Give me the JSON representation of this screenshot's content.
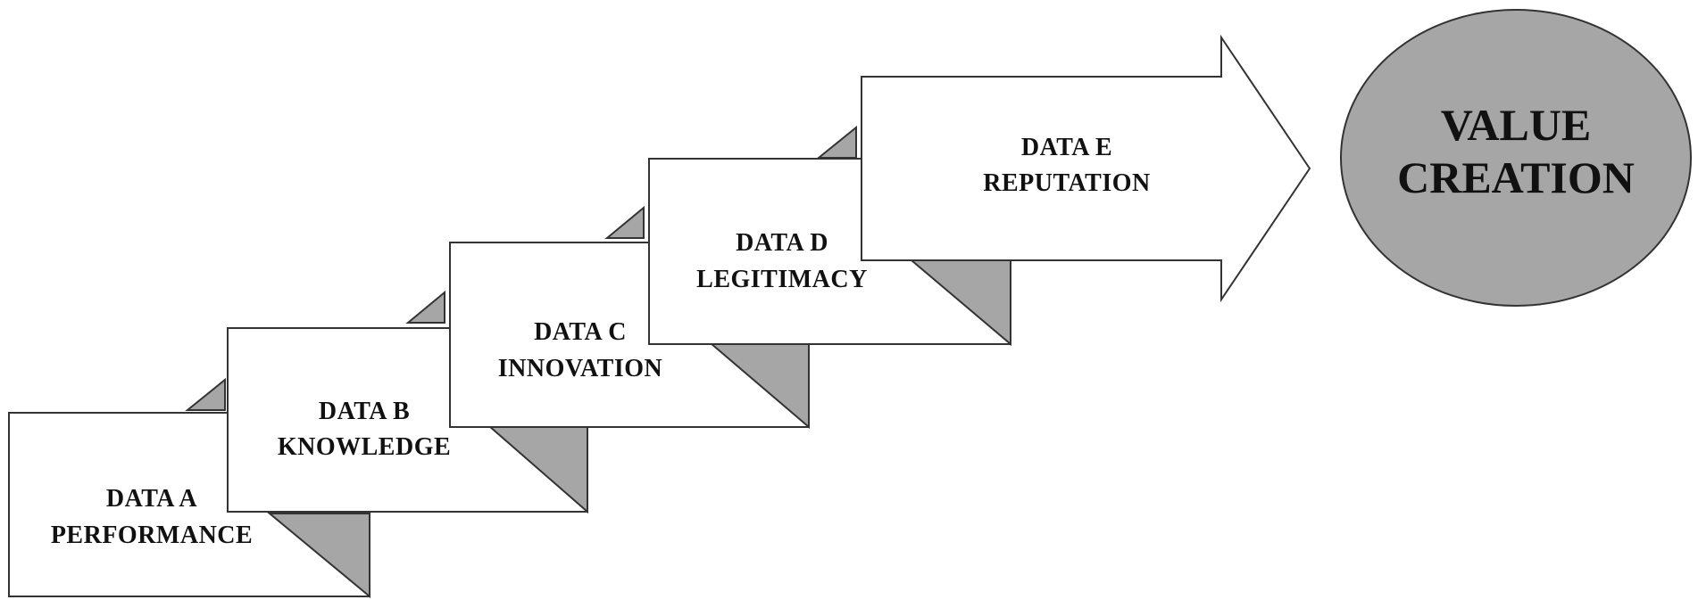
{
  "diagram": {
    "colors": {
      "stroke": "#333333",
      "fill": "#ffffff",
      "fold": "#a6a6a6",
      "oval": "#a6a6a6"
    },
    "steps": [
      {
        "line1": "DATA A",
        "line2": "PERFORMANCE"
      },
      {
        "line1": "DATA B",
        "line2": "KNOWLEDGE"
      },
      {
        "line1": "DATA C",
        "line2": "INNOVATION"
      },
      {
        "line1": "DATA D",
        "line2": "LEGITIMACY"
      }
    ],
    "arrow": {
      "line1": "DATA E",
      "line2": "REPUTATION"
    },
    "outcome": {
      "line1": "VALUE",
      "line2": "CREATION"
    }
  }
}
